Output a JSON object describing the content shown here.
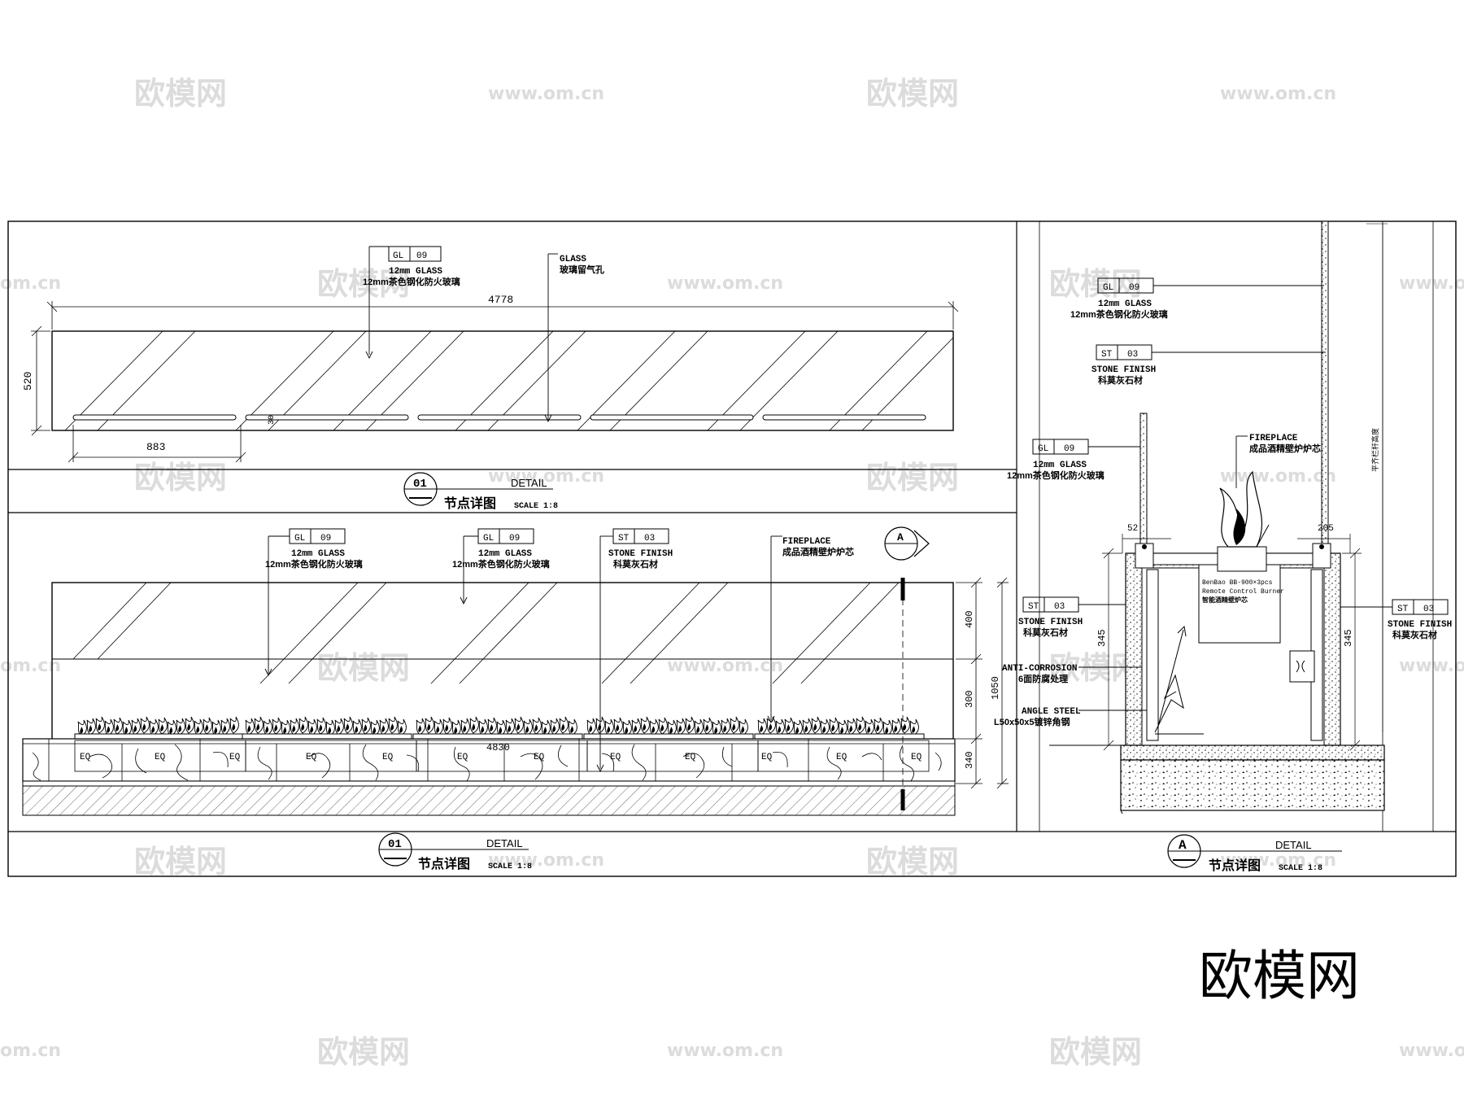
{
  "watermarks": {
    "brand": "欧模网",
    "url": "www.om.cn",
    "url_short": "om.cn"
  },
  "corner_logo": "欧模网",
  "view_top": {
    "tag_glass": {
      "code": "GL",
      "num": "09"
    },
    "glass_en": "12mm GLASS",
    "glass_cn": "12mm茶色钢化防火玻璃",
    "vent_en": "GLASS",
    "vent_cn": "玻璃留气孔",
    "dim_width": "4778",
    "dim_height": "520",
    "dim_gap": "30",
    "dim_slot": "883",
    "title": {
      "id": "01",
      "detail": "DETAIL",
      "name": "节点详图",
      "scale": "SCALE 1:8"
    }
  },
  "view_front": {
    "tag_glass_1": {
      "code": "GL",
      "num": "09"
    },
    "glass_en_1": "12mm GLASS",
    "glass_cn_1": "12mm茶色钢化防火玻璃",
    "tag_glass_2": {
      "code": "GL",
      "num": "09"
    },
    "glass_en_2": "12mm GLASS",
    "glass_cn_2": "12mm茶色钢化防火玻璃",
    "tag_stone": {
      "code": "ST",
      "num": "03"
    },
    "stone_en": "STONE FINISH",
    "stone_cn": "科莫灰石材",
    "fire_en": "FIREPLACE",
    "fire_cn": "成品酒精壁炉炉芯",
    "section_marker": "A",
    "eq_label": "EQ",
    "dim_total": "4830",
    "dim_400": "400",
    "dim_300": "300",
    "dim_1050": "1050",
    "dim_340": "340",
    "title": {
      "id": "01",
      "detail": "DETAIL",
      "name": "节点详图",
      "scale": "SCALE 1:8"
    }
  },
  "view_section": {
    "tag_glass_1": {
      "code": "GL",
      "num": "09"
    },
    "glass_en_1": "12mm GLASS",
    "glass_cn_1": "12mm茶色钢化防火玻璃",
    "tag_stone_1": {
      "code": "ST",
      "num": "03"
    },
    "stone_en_1": "STONE FINISH",
    "stone_cn_1": "科莫灰石材",
    "tag_glass_2": {
      "code": "GL",
      "num": "09"
    },
    "glass_en_2": "12mm GLASS",
    "glass_cn_2": "12mm茶色钢化防火玻璃",
    "fire_en": "FIREPLACE",
    "fire_cn": "成品酒精壁炉炉芯",
    "burner_1": "BenBao  BB-900×3pcs",
    "burner_2": "Remote Control Burner",
    "burner_3": "智能酒精壁炉芯",
    "tag_stone_2": {
      "code": "ST",
      "num": "03"
    },
    "stone_en_2": "STONE FINISH",
    "stone_cn_2": "科莫灰石材",
    "tag_stone_3": {
      "code": "ST",
      "num": "03"
    },
    "stone_en_3": "STONE FINISH",
    "stone_cn_3": "科莫灰石材",
    "anti_en": "ANTI-CORROSION",
    "anti_cn": "6面防腐处理",
    "angle_en": "ANGLE STEEL",
    "angle_cn": "L50x50x5镀锌角钢",
    "dim_52": "52",
    "dim_205": "205",
    "dim_345_l": "345",
    "dim_345_r": "345",
    "vertical_note": "平齐栏杆高度",
    "title": {
      "id": "A",
      "detail": "DETAIL",
      "name": "节点详图",
      "scale": "SCALE 1:8"
    }
  }
}
